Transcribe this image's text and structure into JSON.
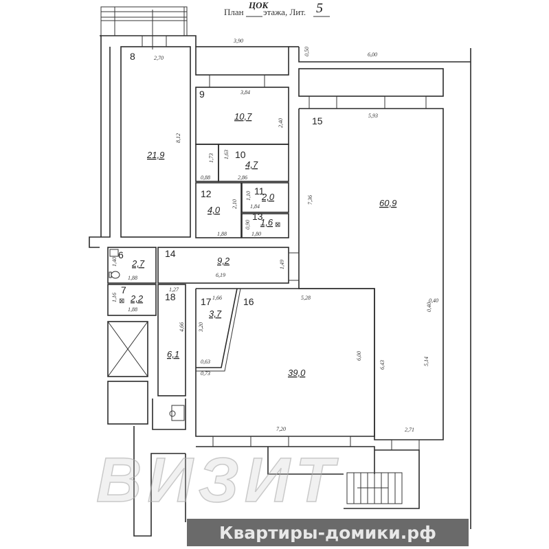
{
  "header": {
    "plan_label": "План",
    "floor": "ЦОК",
    "floor_suffix": "этажа, Лит.",
    "litera": "5"
  },
  "rooms": [
    {
      "number": "8",
      "area": "21,9"
    },
    {
      "number": "9",
      "area": "10,7"
    },
    {
      "number": "10",
      "area": "4,7"
    },
    {
      "number": "11",
      "area": "2,0"
    },
    {
      "number": "12",
      "area": "4,0"
    },
    {
      "number": "13",
      "area": "1,6"
    },
    {
      "number": "14",
      "area": "9,2"
    },
    {
      "number": "15",
      "area": "60,9"
    },
    {
      "number": "16",
      "area": "39,0"
    },
    {
      "number": "17",
      "area": "3,7"
    },
    {
      "number": "18",
      "area": "6,1"
    },
    {
      "number": "6",
      "area": "2,7"
    },
    {
      "number": "7",
      "area": "2,2"
    }
  ],
  "dimensions": [
    "3,90",
    "0,50",
    "6,00",
    "2,70",
    "8,12",
    "3,84",
    "2,40",
    "1,73",
    "1,63",
    "0,88",
    "2,86",
    "1,10",
    "2,10",
    "1,84",
    "0,90",
    "1,88",
    "1,80",
    "5,93",
    "7,36",
    "1,49",
    "6,19",
    "1,27",
    "1,88",
    "1,88",
    "1,40",
    "1,16",
    "1,66",
    "3,20",
    "4,66",
    "0,63",
    "0,73",
    "5,28",
    "6,00",
    "6,43",
    "5,14",
    "0,40",
    "0,40",
    "7,20",
    "2,71"
  ],
  "watermark": "ВИЗИТ",
  "logo": {
    "text": "Квартиры-домики.рф",
    "accent_color": "#7ab648"
  }
}
